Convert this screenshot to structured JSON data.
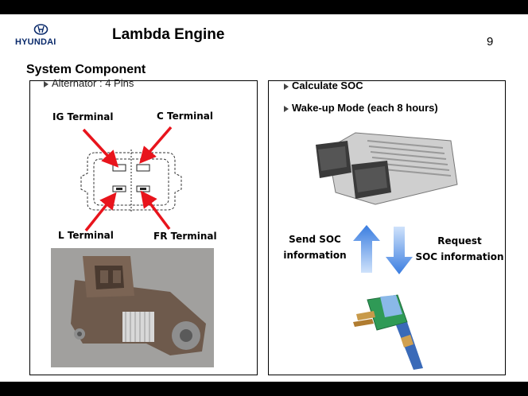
{
  "header": {
    "brand": "HYUNDAI",
    "title": "Lambda Engine",
    "page_number": "9"
  },
  "section_title": "System Component",
  "left_panel": {
    "bullet": "Alternator : 4 Pins",
    "labels": {
      "ig": "IG Terminal",
      "c": "C Terminal",
      "l": "L Terminal",
      "fr": "FR Terminal"
    }
  },
  "right_panel": {
    "bullets": [
      "Calculate SOC",
      "Wake-up Mode (each 8 hours)"
    ],
    "send_line1": "Send SOC",
    "send_line2": "information",
    "request_line1": "Request",
    "request_line2": "SOC information"
  },
  "colors": {
    "arrow_red": "#e8141c",
    "arrow_blue": "#3a7de0",
    "brand": "#0a2a6b"
  }
}
